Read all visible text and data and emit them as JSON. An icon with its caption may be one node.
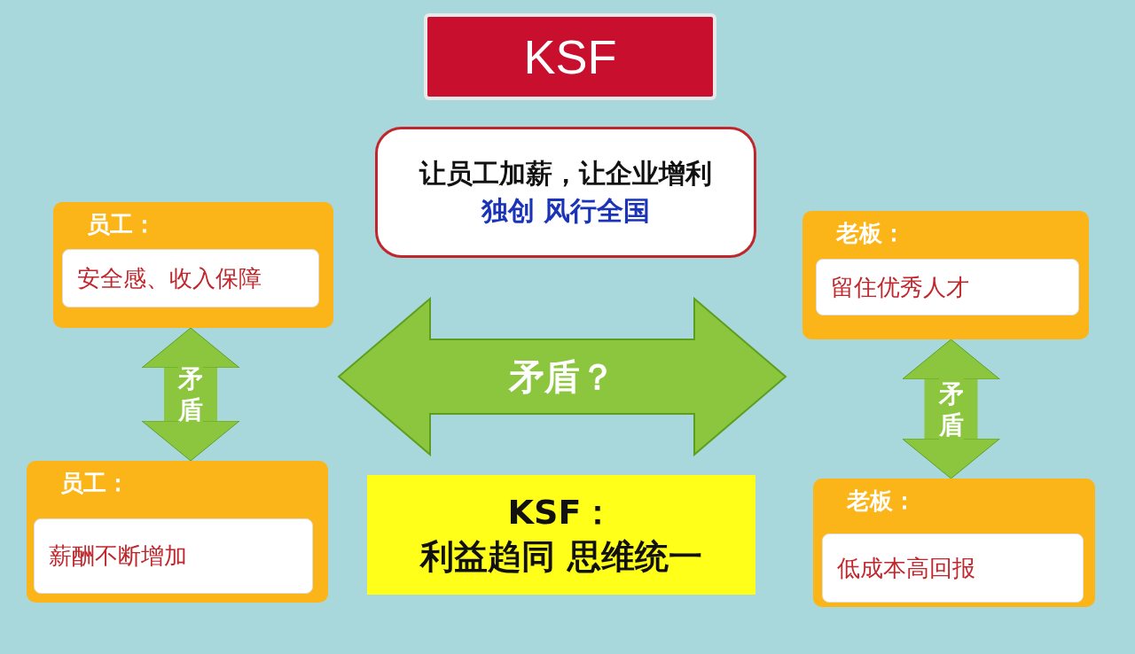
{
  "diagram": {
    "nodes": [
      {
        "text": [
          "KSF"
        ]
      },
      {
        "text": [
          "让员工加薪，让企业增利",
          "独创 风行全国"
        ]
      },
      {
        "text": [
          "员工："
        ]
      },
      {
        "text": [
          "安全感、收入保障"
        ],
        "in": 2
      },
      {
        "text": [
          "老板："
        ]
      },
      {
        "text": [
          "留住优秀人才"
        ],
        "in": 4
      },
      {
        "text": [
          "矛盾？"
        ]
      },
      {
        "text": [
          "员工："
        ]
      },
      {
        "text": [
          "薪酬不断增加"
        ],
        "in": 7
      },
      {
        "text": [
          "KSF：",
          "利益趋同 思维统一"
        ]
      },
      {
        "text": [
          "老板："
        ]
      },
      {
        "text": [
          "低成本高回报"
        ],
        "in": 10
      }
    ],
    "edges": [
      {
        "from": 2,
        "to": 7,
        "arrow": "both",
        "label": "矛盾"
      },
      {
        "from": 4,
        "to": 10,
        "arrow": "both",
        "label": "矛盾"
      }
    ]
  }
}
